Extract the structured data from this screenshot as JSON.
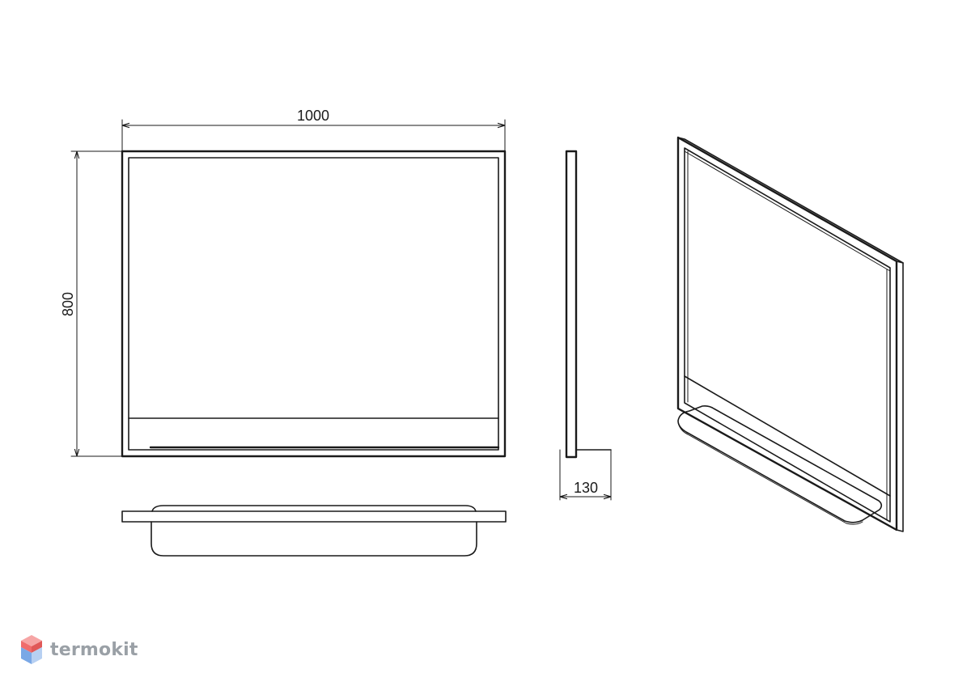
{
  "dimensions": {
    "width": "1000",
    "height": "800",
    "depth": "130"
  },
  "brand": {
    "name": "termokit",
    "icon": "cube-logo-icon",
    "colors": {
      "red": "#f06c6c",
      "pink": "#f6a5a5",
      "blue": "#7aa8e6",
      "lightblue": "#b7d0f2",
      "text": "#9aa0a6"
    }
  }
}
